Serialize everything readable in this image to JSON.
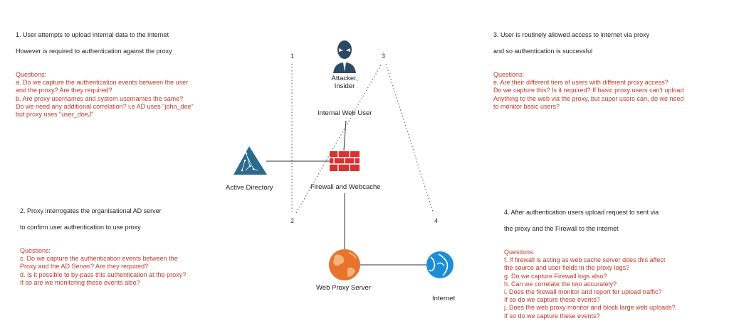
{
  "blocks": {
    "b1": {
      "head": [
        "1. User attempts to upload internal data to the internet",
        "However is required to authentication against the proxy"
      ],
      "questions_title": "Questions:",
      "questions": [
        "a. Do we capture the authentication events between the user",
        "and the proxy? Are they required?",
        "b. Are proxy usernames and system usernames the same?",
        "Do we need any additional correlation? i.e AD uses \"john_doe\"",
        "but proxy uses \"user_doeJ\""
      ]
    },
    "b2": {
      "head": [
        "2. Proxy interrogates the organisational AD server",
        "to confirm user authentication to use proxy"
      ],
      "questions_title": "Questions:",
      "questions": [
        "c. Do we capture the authentication events between the",
        "Proxy and the AD Server? Are they required?",
        "d. Is it possible to by-pass this authentication at the proxy?",
        "If so are we monitoring these events also?"
      ]
    },
    "b3": {
      "head": [
        "3. User is routinely allowed access to internet via proxy",
        "and so authentication is successful"
      ],
      "questions_title": "Questions:",
      "questions": [
        "e. Are their different tiers of users with different proxy access?",
        "Do we capture this? Is it required? If basic proxy users can't upload",
        "Anything to the web via the proxy, but super users can, do we need",
        "to monitor basic users?"
      ]
    },
    "b4": {
      "head": [
        "4. After authentication users upload request to sent via",
        " the proxy and the Firewall to the internet"
      ],
      "questions_title": "Questions:",
      "questions": [
        "f. If firewall is acting as web cache server does this affect",
        " the source and user fields in the proxy logs?",
        "g. Do we capture Firewall logs also?",
        "h. Can we correlate the two accurately?",
        "i. Does the firewall monitor and report for upload traffic?",
        "If so do we capture these events?",
        "j. Does the web proxy monitor and block large web uploads?",
        "If so do we capture these events?"
      ]
    }
  },
  "nodes": {
    "attacker": [
      "Attacker,",
      "Insider"
    ],
    "internal_user": "Internal Web User",
    "firewall": "Firewall and Webcache",
    "ad": "Active Directory",
    "proxy": "Web Proxy Server",
    "internet": "Internet"
  },
  "steps": [
    "1",
    "2",
    "3",
    "4"
  ],
  "colors": {
    "question_red": "#c0392b",
    "firewall_red": "#d9322f",
    "ad_blue": "#2a6a8f",
    "proxy_orange": "#e8732a",
    "internet_blue": "#1a8fd6",
    "attacker_navy": "#2b4a66"
  }
}
